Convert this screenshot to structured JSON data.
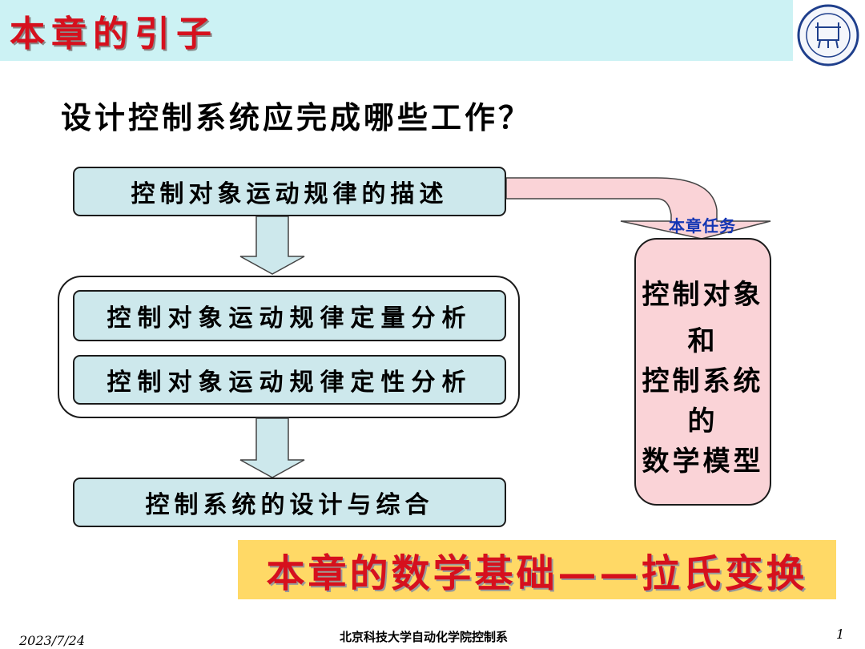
{
  "header": {
    "title": "本章的引子"
  },
  "question": "设计控制系统应完成哪些工作？",
  "flow": {
    "box1": "控制对象运动规律的描述",
    "box2": "控制对象运动规律定量分析",
    "box3": "控制对象运动规律定性分析",
    "box4": "控制系统的设计与综合"
  },
  "task": {
    "label": "本章任务",
    "lines": [
      "控制对象",
      "和",
      "控制系统",
      "的",
      "数学模型"
    ]
  },
  "banner": "本章的数学基础——拉氏变换",
  "footer": {
    "date": "2023/7/24",
    "org": "北京科技大学自动化学院控制系",
    "page": "1"
  },
  "colors": {
    "title_red": "#d6101d",
    "box_fill": "#cde8ec",
    "task_fill": "#fad3d7",
    "banner_fill": "#ffd966",
    "header_band": "#ccf2f4"
  }
}
